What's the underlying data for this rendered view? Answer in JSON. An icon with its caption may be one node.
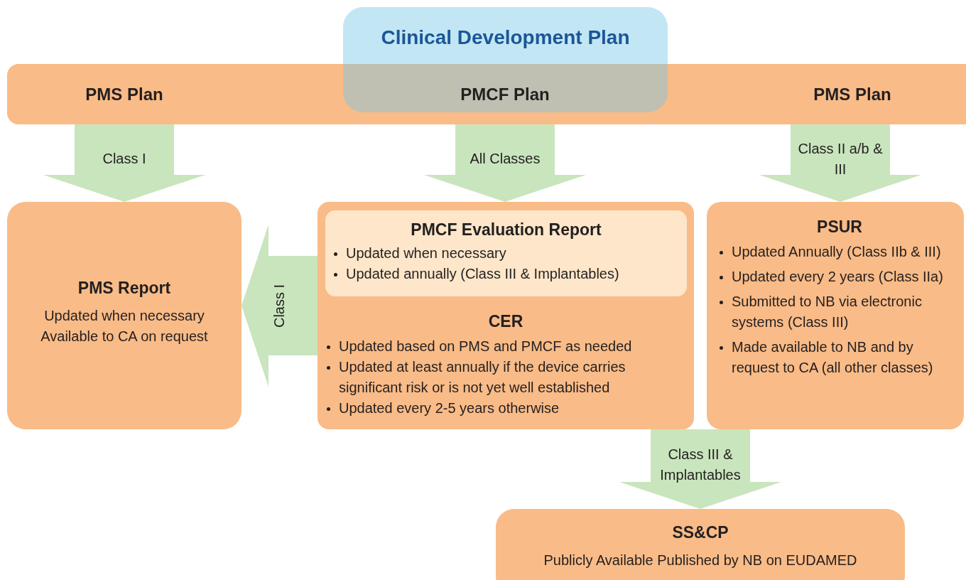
{
  "diagram": {
    "nodes": [
      {
        "text": [],
        "shape": "bar"
      },
      {
        "text": [
          "Clinical Development Plan"
        ]
      },
      {
        "text": [
          "PMS Plan"
        ],
        "in": 0
      },
      {
        "text": [
          "PMCF Plan"
        ]
      },
      {
        "text": [
          "PMS Plan"
        ],
        "in": 0
      },
      {
        "text": [
          "PMS Report",
          "Updated when necessary",
          "Available to CA on request"
        ]
      },
      {
        "text": [
          "CER",
          "Updated based on PMS and PMCF as needed",
          "Updated at least annually if the device carries significant risk or is not yet well established",
          "Updated every 2-5 years otherwise"
        ]
      },
      {
        "text": [
          "PMCF Evaluation Report",
          "Updated when necessary",
          "Updated annually (Class III & Implantables)"
        ],
        "in": 6
      },
      {
        "text": [
          "PSUR",
          "Updated Annually (Class IIb & III)",
          "Updated every 2 years (Class IIa)",
          "Submitted to NB via electronic systems (Class III)",
          "Made available to NB and by request to CA (all other classes)"
        ]
      },
      {
        "text": [
          "SS&CP",
          "Publicly Available Published by NB on EUDAMED"
        ]
      }
    ],
    "edges": [
      {
        "from": 2,
        "to": 5,
        "arrow": "to",
        "label": "Class I",
        "style": "thick"
      },
      {
        "from": 3,
        "to": 6,
        "arrow": "to",
        "label": "All Classes",
        "style": "thick"
      },
      {
        "from": 4,
        "to": 8,
        "arrow": "to",
        "label": "Class II a/b & III",
        "style": "thick"
      },
      {
        "from": 6,
        "to": 5,
        "arrow": "to",
        "label": "Class I",
        "style": "thick"
      },
      {
        "from": 6,
        "to": 9,
        "arrow": "to",
        "label": "Class III & Implantables",
        "style": "thick"
      }
    ]
  }
}
